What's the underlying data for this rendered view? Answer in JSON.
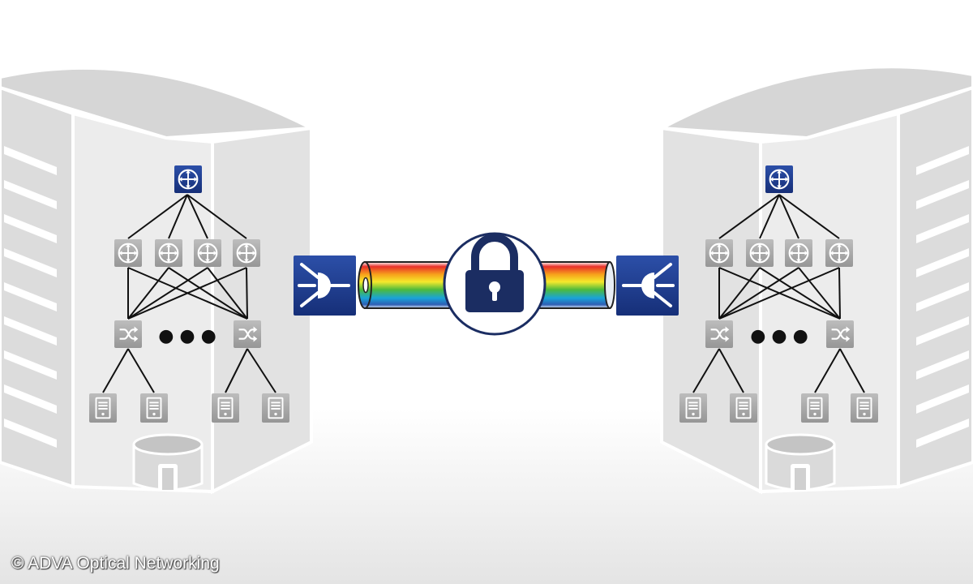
{
  "footer": {
    "copyright": "© ADVA Optical Networking"
  },
  "colors": {
    "building_light": "#eeeeee",
    "building_mid": "#dcdcdc",
    "building_dark": "#c8c8c8",
    "node_gray": "#a9a9a9",
    "node_blue": "#1d3a8a",
    "lock_navy": "#1b2d62",
    "link_line": "#111111"
  },
  "diagram": {
    "sites": [
      {
        "name": "left-data-center",
        "router": 1,
        "aggregation_switches": 4,
        "access_switches": 2,
        "servers": 4,
        "storage": 1,
        "ellipsis": "● ● ●"
      },
      {
        "name": "right-data-center",
        "router": 1,
        "aggregation_switches": 4,
        "access_switches": 2,
        "servers": 4,
        "storage": 1,
        "ellipsis": "● ● ●"
      }
    ],
    "encrypted_link": {
      "endpoints": [
        "left-optical-transceiver-icon",
        "right-optical-transceiver-icon"
      ],
      "center_icon": "padlock-icon",
      "spectrum": [
        "#e8302a",
        "#f7a21b",
        "#f5e92c",
        "#4dba3d",
        "#19a4d8",
        "#2d5fb5"
      ]
    }
  }
}
